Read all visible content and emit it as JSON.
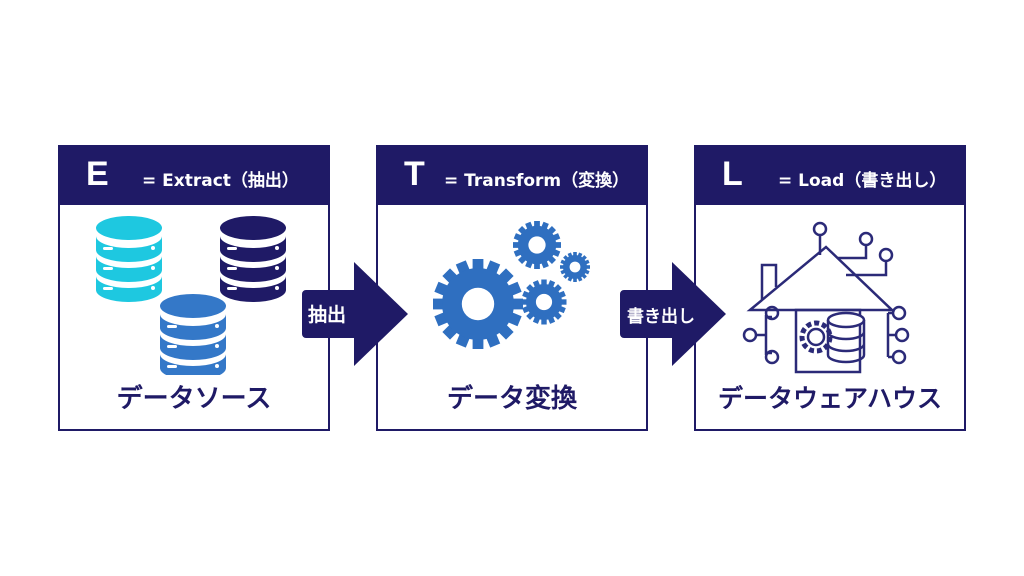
{
  "stages": [
    {
      "letter": "E",
      "subtitle": "= Extract（抽出）",
      "label": "データソース",
      "icon": "database-icons"
    },
    {
      "letter": "T",
      "subtitle": "= Transform（変換）",
      "label": "データ変換",
      "icon": "gears-icon"
    },
    {
      "letter": "L",
      "subtitle": "= Load（書き出し）",
      "label": "データウェアハウス",
      "icon": "data-warehouse-house-icon"
    }
  ],
  "arrows": [
    {
      "label": "抽出"
    },
    {
      "label": "書き出し"
    }
  ],
  "colors": {
    "navy": "#1f1a66",
    "cyan": "#1ec8e0",
    "blue": "#3478c8",
    "gear": "#2f6fc0"
  }
}
